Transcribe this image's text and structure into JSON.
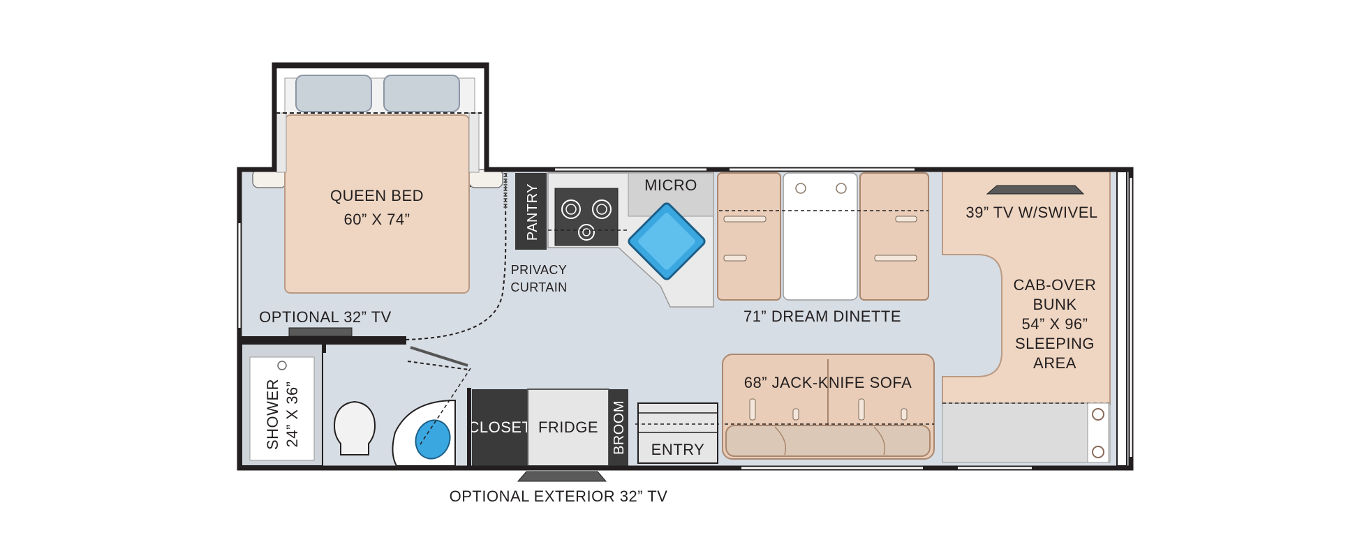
{
  "colors": {
    "floor": "#d7dde4",
    "wall": "#231f20",
    "bed": "#efd6c2",
    "cushion": "#e9cdb8",
    "pillow": "#c9d1d9",
    "sink": "#3aa7e0",
    "cabinet": "#3a3a3a",
    "fridge": "#e6e6e6"
  },
  "labels": {
    "queen_bed_line1": "QUEEN BED",
    "queen_bed_line2": "60” X 74”",
    "pantry": "PANTRY",
    "micro": "MICRO",
    "privacy_line1": "PRIVACY",
    "privacy_line2": "CURTAIN",
    "optional_tv": "OPTIONAL 32” TV",
    "dinette": "71” DREAM DINETTE",
    "tv_swivel": "39” TV W/SWIVEL",
    "bunk_line1": "CAB-OVER",
    "bunk_line2": "BUNK",
    "bunk_line3": "54” X 96”",
    "bunk_line4": "SLEEPING",
    "bunk_line5": "AREA",
    "sofa": "68” JACK-KNIFE SOFA",
    "shower_line1": "SHOWER",
    "shower_line2": "24” X 36”",
    "closet": "CLOSET",
    "fridge": "FRIDGE",
    "broom": "BROOM",
    "entry": "ENTRY",
    "exterior_tv": "OPTIONAL EXTERIOR 32” TV"
  }
}
